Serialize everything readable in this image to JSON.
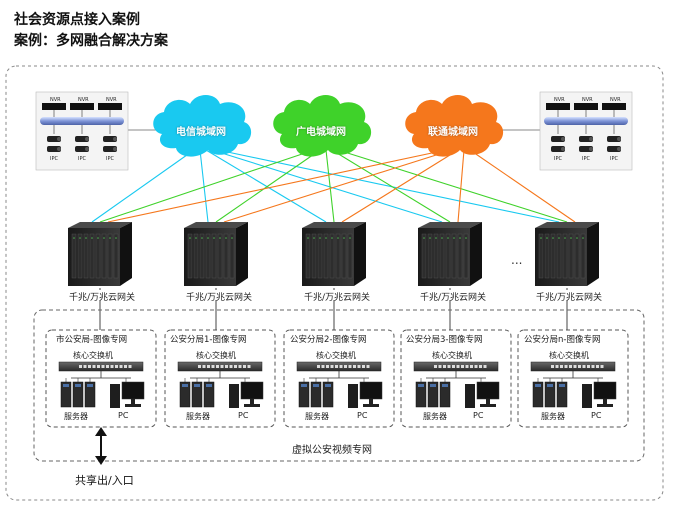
{
  "header": {
    "title_line1": "社会资源点接入案例",
    "title_line2": "案例：多网融合解决方案"
  },
  "nvr_label": "NVR",
  "ipc_label": "IPC",
  "clouds": [
    {
      "label": "电信城域网",
      "color": "#19c9f0"
    },
    {
      "label": "广电城域网",
      "color": "#3fd22a"
    },
    {
      "label": "联通城域网",
      "color": "#f5771c"
    }
  ],
  "gateway_label": "千兆/万兆云网关",
  "gateway_more": "...",
  "subnets": [
    {
      "title": "市公安局-图像专网"
    },
    {
      "title": "公安分局1-图像专网"
    },
    {
      "title": "公安分局2-图像专网"
    },
    {
      "title": "公安分局3-图像专网"
    },
    {
      "title": "公安分局n-图像专网"
    }
  ],
  "core_switch_label": "核心交换机",
  "server_label": "服务器",
  "pc_label": "PC",
  "virtual_net_label": "虚拟公安视频专网",
  "share_label": "共享出/入口"
}
